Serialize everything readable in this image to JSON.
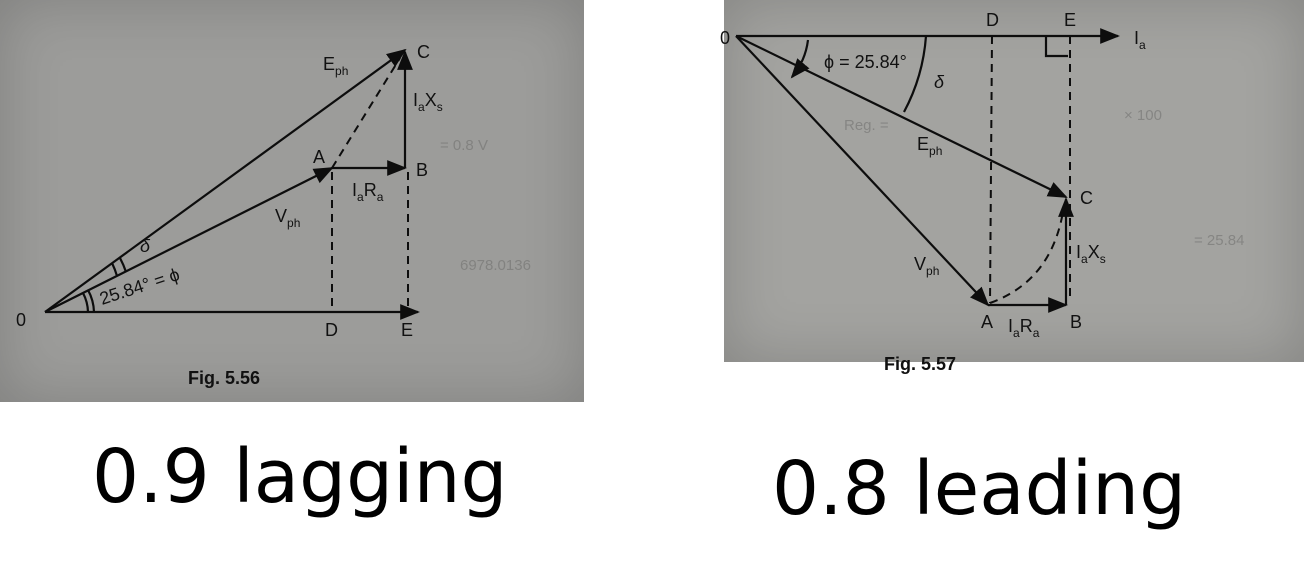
{
  "left_diagram": {
    "figure_label": "Fig. 5.56",
    "points": {
      "O": "0",
      "A": "A",
      "B": "B",
      "C": "C",
      "D": "D",
      "E": "E"
    },
    "labels": {
      "eph_main": "E",
      "eph_sub": "ph",
      "vph_main": "V",
      "vph_sub": "ph",
      "iaxs": [
        "I",
        "a",
        "X",
        "s"
      ],
      "iara": [
        "I",
        "a",
        "R",
        "a"
      ],
      "delta": "δ",
      "phi_angle": "25.84° = ϕ"
    }
  },
  "right_diagram": {
    "figure_label": "Fig. 5.57",
    "points": {
      "O": "0",
      "A": "A",
      "B": "B",
      "C": "C",
      "D": "D",
      "E": "E"
    },
    "labels": {
      "ia_main": "I",
      "ia_sub": "a",
      "phi_angle": "ϕ = 25.84°",
      "delta": "δ",
      "eph_main": "E",
      "eph_sub": "ph",
      "vph_main": "V",
      "vph_sub": "ph",
      "iaxs": [
        "I",
        "a",
        "X",
        "s"
      ],
      "iara": [
        "I",
        "a",
        "R",
        "a"
      ]
    }
  },
  "captions": {
    "left": "0.9 lagging",
    "right": "0.8 leading"
  }
}
